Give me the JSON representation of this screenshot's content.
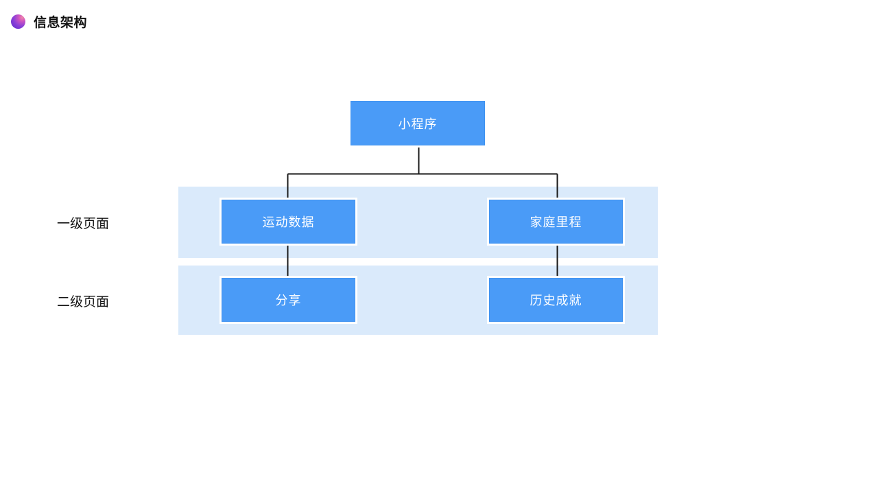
{
  "header": {
    "logo_icon": "gradient-circle-icon",
    "title": "信息架构"
  },
  "diagram": {
    "type": "tree",
    "root": {
      "label": "小程序"
    },
    "rows": [
      {
        "id": "level-1",
        "label": "一级页面",
        "nodes": [
          {
            "label": "运动数据"
          },
          {
            "label": "家庭里程"
          }
        ]
      },
      {
        "id": "level-2",
        "label": "二级页面",
        "nodes": [
          {
            "label": "分享"
          },
          {
            "label": "历史成就"
          }
        ]
      }
    ],
    "colors": {
      "node_fill": "#4a9bf7",
      "node_text": "#ffffff",
      "band_fill": "#daeafb",
      "connector": "#1a1a1a",
      "title_text": "#111111"
    }
  }
}
